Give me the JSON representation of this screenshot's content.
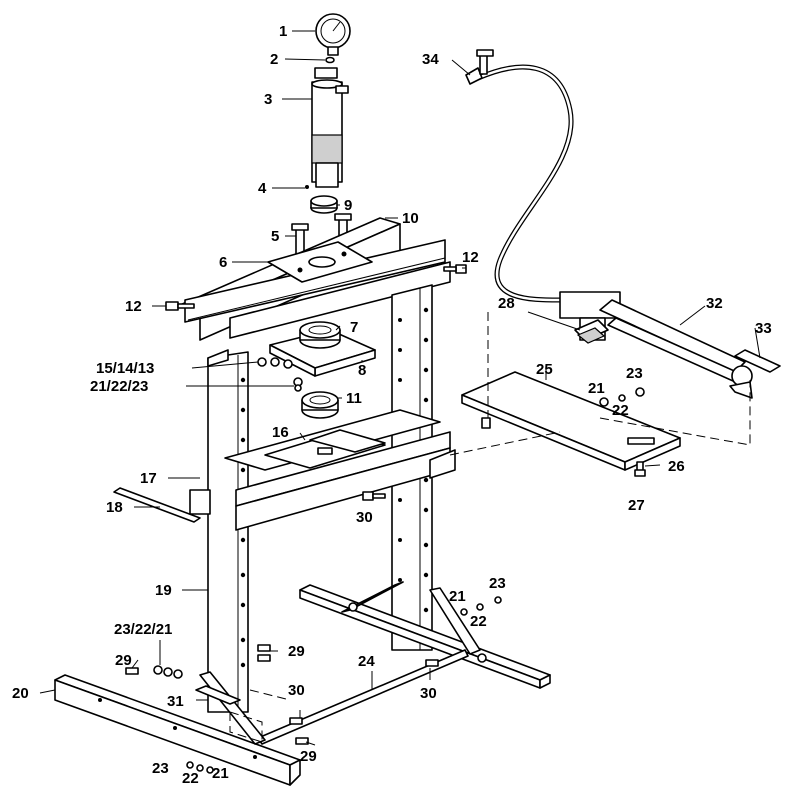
{
  "diagram": {
    "labels": {
      "l1": "1",
      "l2": "2",
      "l3": "3",
      "l4": "4",
      "l5": "5",
      "l6": "6",
      "l7": "7",
      "l8": "8",
      "l9": "9",
      "l10": "10",
      "l11": "11",
      "l12a": "12",
      "l12b": "12",
      "l15": "15/14/13",
      "l21a": "21/22/23",
      "l16": "16",
      "l17": "17",
      "l18": "18",
      "l19": "19",
      "l20": "20",
      "l21b": "21",
      "l21c": "21",
      "l21d": "21",
      "l22a": "22",
      "l22b": "22",
      "l22c": "22",
      "l23a": "23",
      "l23b": "23",
      "l23c": "23",
      "l2322": "23/22/21",
      "l24": "24",
      "l25": "25",
      "l26": "26",
      "l27": "27",
      "l28": "28",
      "l29a": "29",
      "l29b": "29",
      "l29c": "29",
      "l30a": "30",
      "l30b": "30",
      "l30c": "30",
      "l31": "31",
      "l32": "32",
      "l33": "33",
      "l34": "34"
    }
  }
}
